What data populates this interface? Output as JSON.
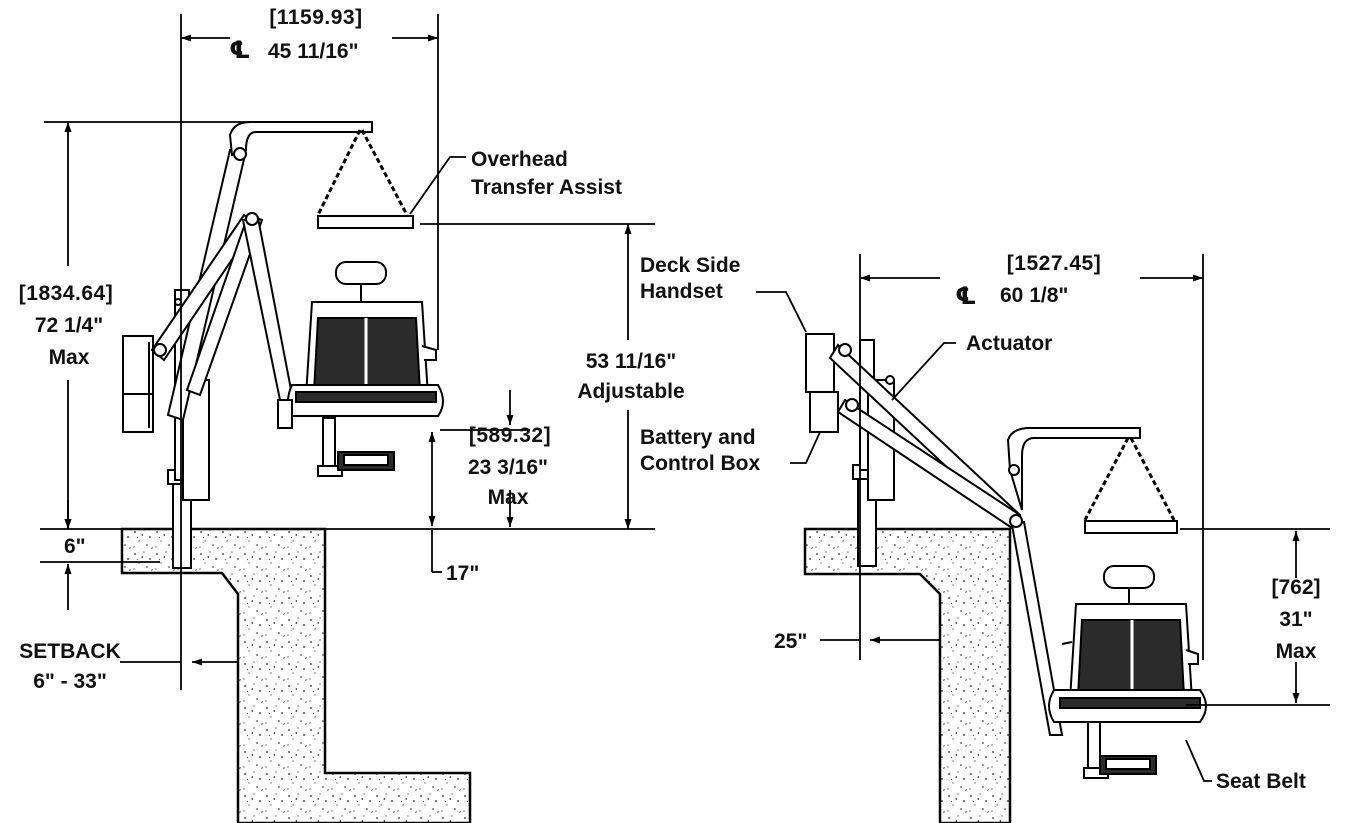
{
  "left_view": {
    "width_metric": "1159.93",
    "width_imperial": "45 11/16\"",
    "centerline": "℄",
    "height_metric": "1834.64",
    "height_imperial": "72 1/4\"",
    "height_note": "Max",
    "adjustable_value": "53 11/16\"",
    "adjustable_note": "Adjustable",
    "seat_height_metric": "589.32",
    "seat_height_imperial": "23 3/16\"",
    "seat_height_note": "Max",
    "deck_dim": "6\"",
    "below_deck_dim": "17\"",
    "setback_title": "SETBACK",
    "setback_range": "6\" - 33\"",
    "callout_overhead_1": "Overhead",
    "callout_overhead_2": "Transfer Assist"
  },
  "right_view": {
    "width_metric": "1527.45",
    "width_imperial": "60 1/8\"",
    "centerline": "℄",
    "depth_metric": "[762]",
    "depth_imperial": "31\"",
    "depth_note": "Max",
    "setback_dim": "25\"",
    "callout_handset_1": "Deck Side",
    "callout_handset_2": "Handset",
    "callout_actuator": "Actuator",
    "callout_battery_1": "Battery and",
    "callout_battery_2": "Control Box",
    "callout_seatbelt": "Seat Belt"
  }
}
